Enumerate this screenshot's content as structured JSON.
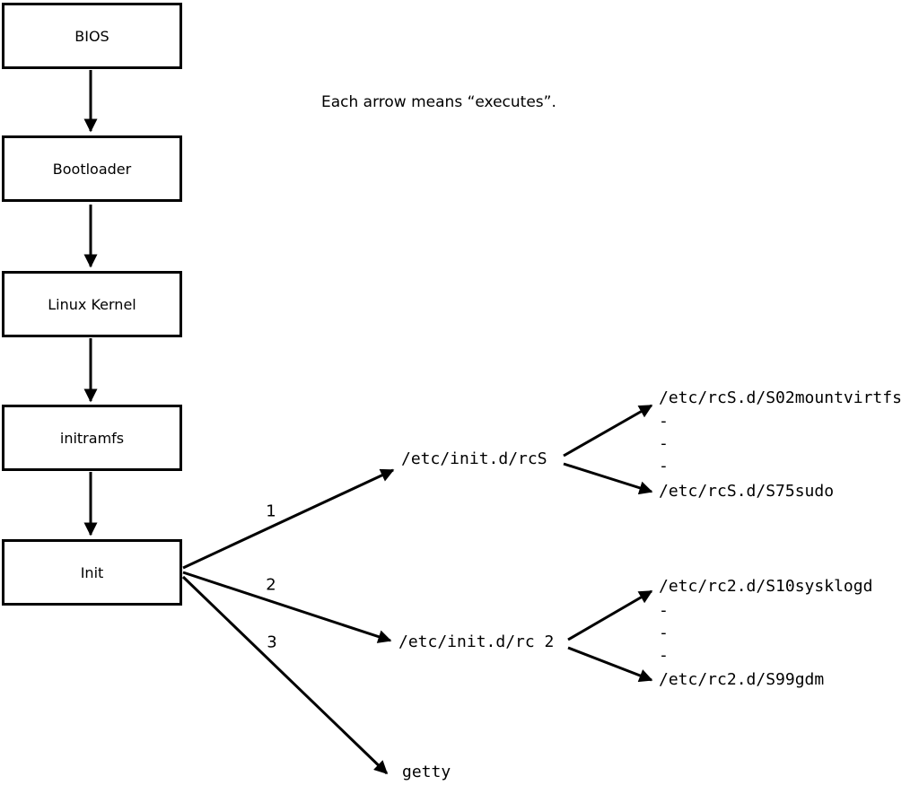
{
  "diagram": {
    "caption": "Each arrow means “executes”.",
    "boot_chain": [
      {
        "label": "BIOS"
      },
      {
        "label": "Bootloader"
      },
      {
        "label": "Linux Kernel"
      },
      {
        "label": "initramfs"
      },
      {
        "label": "Init"
      }
    ],
    "init_targets": [
      {
        "order": "1",
        "label": "/etc/init.d/rcS"
      },
      {
        "order": "2",
        "label": "/etc/init.d/rc 2"
      },
      {
        "order": "3",
        "label": "getty"
      }
    ],
    "rcS_children": [
      "/etc/rcS.d/S02mountvirtfs",
      "-",
      "-",
      "-",
      "/etc/rcS.d/S75sudo"
    ],
    "rc2_children": [
      "/etc/rc2.d/S10sysklogd",
      "-",
      "-",
      "-",
      "/etc/rc2.d/S99gdm"
    ],
    "line_color": "#000000",
    "background_color": "#ffffff"
  }
}
